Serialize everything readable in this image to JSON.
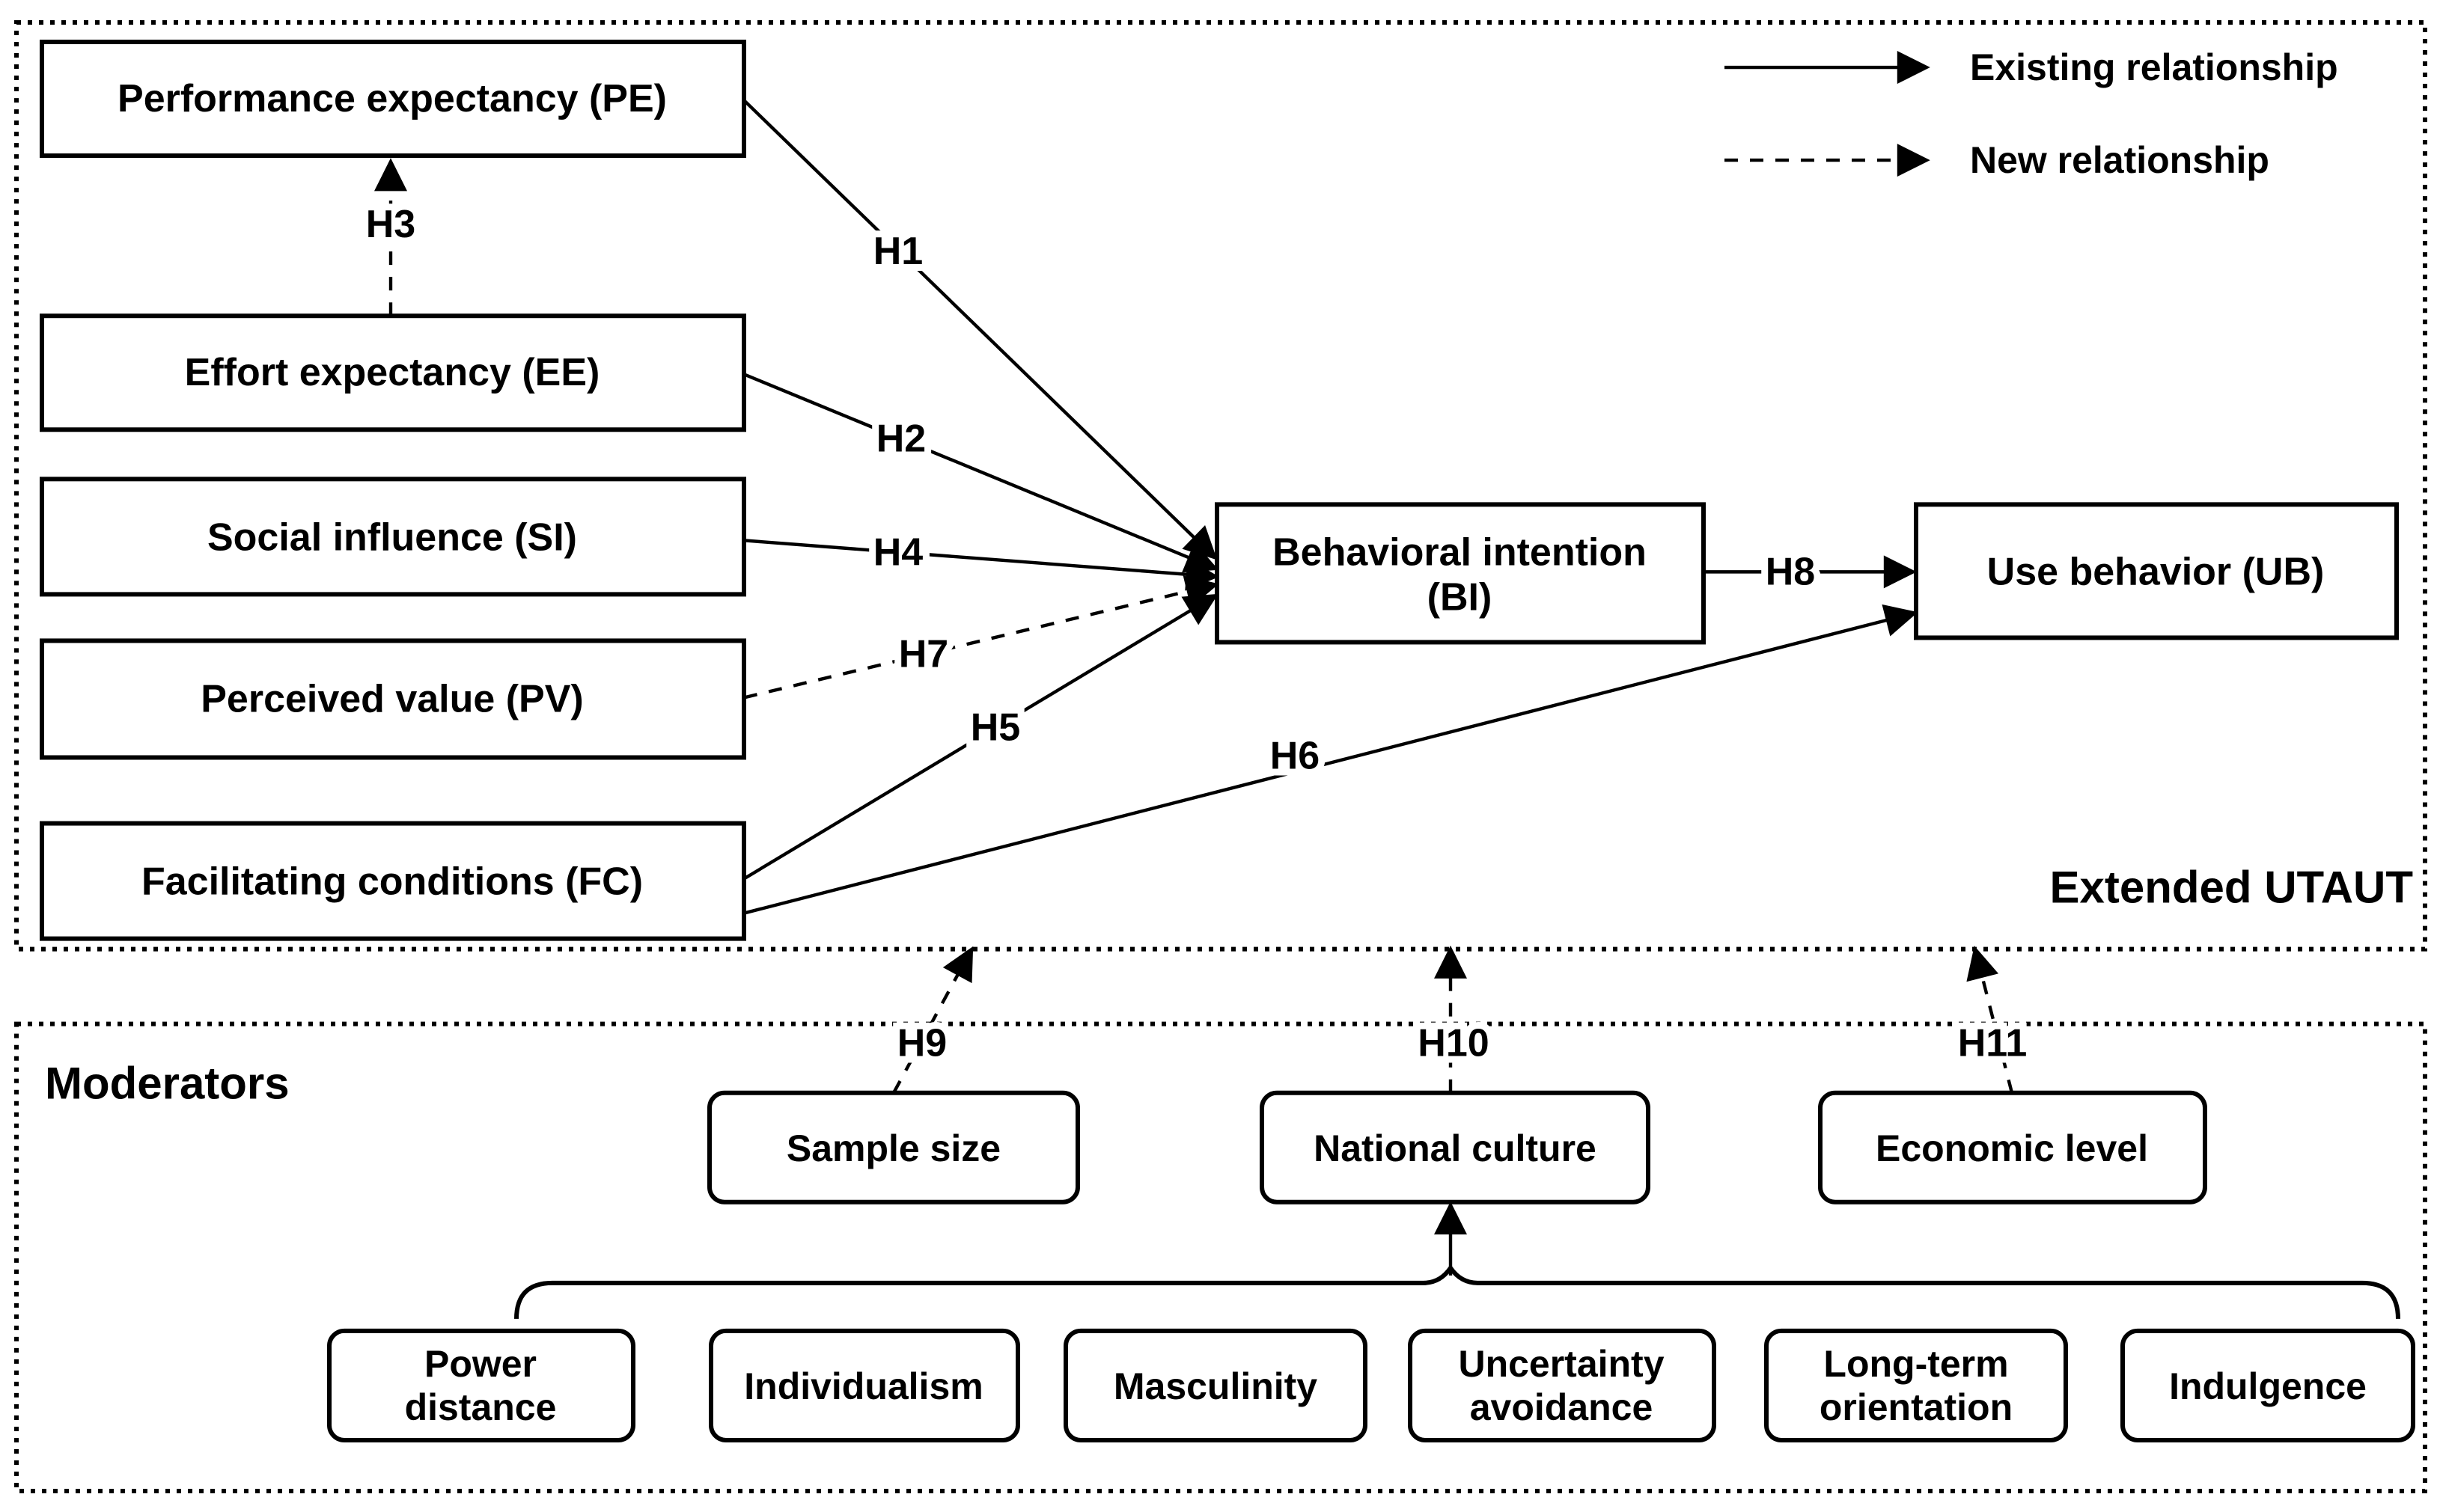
{
  "colors": {
    "ink": "#000000",
    "background": "#ffffff"
  },
  "legend": {
    "existing": "Existing relationship",
    "new": "New relationship"
  },
  "sections": {
    "extended_utaut": "Extended UTAUT",
    "moderators": "Moderators"
  },
  "nodes": {
    "pe": {
      "label": "Performance expectancy (PE)"
    },
    "ee": {
      "label": "Effort expectancy (EE)"
    },
    "si": {
      "label": "Social influence (SI)"
    },
    "pv": {
      "label": "Perceived value (PV)"
    },
    "fc": {
      "label": "Facilitating conditions (FC)"
    },
    "bi": {
      "label": "Behavioral intention (BI)",
      "lines": [
        "Behavioral intention",
        "(BI)"
      ]
    },
    "ub": {
      "label": "Use behavior (UB)"
    }
  },
  "moderators": {
    "sample_size": {
      "label": "Sample size"
    },
    "national_culture": {
      "label": "National culture"
    },
    "economic_level": {
      "label": "Economic level"
    }
  },
  "culture_dimensions": {
    "power_distance": {
      "label": "Power distance",
      "lines": [
        "Power",
        "distance"
      ]
    },
    "individualism": {
      "label": "Individualism"
    },
    "masculinity": {
      "label": "Masculinity"
    },
    "uncertainty_avoidance": {
      "label": "Uncertainty avoidance",
      "lines": [
        "Uncertainty",
        "avoidance"
      ]
    },
    "long_term_orientation": {
      "label": "Long-term orientation",
      "lines": [
        "Long-term",
        "orientation"
      ]
    },
    "indulgence": {
      "label": "Indulgence"
    }
  },
  "hypotheses": {
    "h1": "H1",
    "h2": "H2",
    "h3": "H3",
    "h4": "H4",
    "h5": "H5",
    "h6": "H6",
    "h7": "H7",
    "h8": "H8",
    "h9": "H9",
    "h10": "H10",
    "h11": "H11"
  },
  "relationships": [
    {
      "id": "H1",
      "from": "PE",
      "to": "BI",
      "type": "existing"
    },
    {
      "id": "H2",
      "from": "EE",
      "to": "BI",
      "type": "existing"
    },
    {
      "id": "H3",
      "from": "EE",
      "to": "PE",
      "type": "new"
    },
    {
      "id": "H4",
      "from": "SI",
      "to": "BI",
      "type": "existing"
    },
    {
      "id": "H5",
      "from": "FC",
      "to": "BI",
      "type": "existing"
    },
    {
      "id": "H6",
      "from": "FC",
      "to": "UB",
      "type": "existing"
    },
    {
      "id": "H7",
      "from": "PV",
      "to": "BI",
      "type": "new"
    },
    {
      "id": "H8",
      "from": "BI",
      "to": "UB",
      "type": "existing"
    },
    {
      "id": "H9",
      "from": "Sample size",
      "to": "Extended UTAUT",
      "type": "new"
    },
    {
      "id": "H10",
      "from": "National culture",
      "to": "Extended UTAUT",
      "type": "new"
    },
    {
      "id": "H11",
      "from": "Economic level",
      "to": "Extended UTAUT",
      "type": "new"
    }
  ]
}
